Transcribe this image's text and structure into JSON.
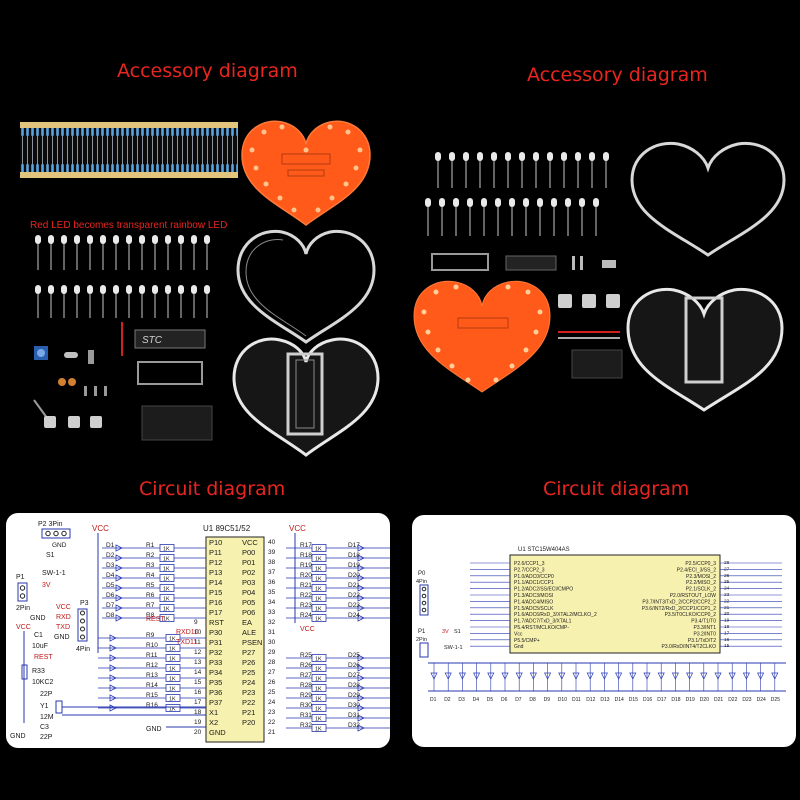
{
  "headings": {
    "accessory_left": "Accessory diagram",
    "accessory_right": "Accessory diagram",
    "circuit_left": "Circuit diagram",
    "circuit_right": "Circuit diagram"
  },
  "left_kit": {
    "note": "Red LED becomes transparent rainbow LED",
    "chip_label": "STC"
  },
  "left_schematic": {
    "chip_title": "U1  89C51/52",
    "power_vcc": "VCC",
    "ground": "GND",
    "p2_label": "P2  3Pin",
    "p1_label": "P1",
    "p1_sub": "2Pin",
    "p3_label": "P3",
    "p3_sub": "4Pin",
    "sw_label": "SW-1-1",
    "s1_label": "S1",
    "v3_label": "3V",
    "rxd": "RXD",
    "txd": "TXD",
    "rest": "REST",
    "c1": "C1",
    "c1_val": "10uF",
    "r33": "R33",
    "r33_val": "10KC2",
    "y1": "Y1",
    "y1_val": "12M",
    "c3": "C3",
    "cap_val": "22P",
    "pins_left": [
      "P10",
      "P11",
      "P12",
      "P13",
      "P14",
      "P15",
      "P16",
      "P17",
      "RST",
      "P30",
      "P31",
      "P32",
      "P33",
      "P34",
      "P35",
      "P36",
      "P37",
      "X1",
      "X2",
      "GND"
    ],
    "pins_right": [
      "VCC",
      "P00",
      "P01",
      "P02",
      "P03",
      "P04",
      "P05",
      "P06",
      "EA",
      "ALE",
      "PSEN",
      "P27",
      "P26",
      "P25",
      "P24",
      "P23",
      "P22",
      "P21",
      "P20"
    ],
    "nums_right": [
      "40",
      "39",
      "38",
      "37",
      "36",
      "35",
      "34",
      "33",
      "32",
      "31",
      "30",
      "29",
      "28",
      "27",
      "26",
      "25",
      "24",
      "23",
      "22",
      "21"
    ],
    "nums_left_tail": [
      "9",
      "10",
      "11",
      "12",
      "13",
      "14",
      "15",
      "16",
      "17",
      "18",
      "19",
      "20"
    ],
    "res_val": "1K",
    "d_left": [
      "D1",
      "D2",
      "D3",
      "D4",
      "D5",
      "D6",
      "D7",
      "D8"
    ],
    "r_left": [
      "R1",
      "R2",
      "R3",
      "R4",
      "R5",
      "R6",
      "R7",
      "R8"
    ],
    "d_right": [
      "D17",
      "D18",
      "D19",
      "D20",
      "D21",
      "D22",
      "D23",
      "D24"
    ],
    "r_right": [
      "R17",
      "R18",
      "R19",
      "R20",
      "R21",
      "R22",
      "R23",
      "R24"
    ],
    "d_right_low": [
      "D25",
      "D26",
      "D27",
      "D28",
      "D29",
      "D30",
      "D31",
      "D32"
    ],
    "r_right_low": [
      "R25",
      "R26",
      "R27",
      "R28",
      "R29",
      "R30",
      "R31",
      "R32"
    ],
    "r_left_low": [
      "R9",
      "R10",
      "R11",
      "R12",
      "R13",
      "R14",
      "R15",
      "R16"
    ],
    "rxd_pin": "RXD10",
    "txd_pin": "TXD11"
  },
  "right_schematic": {
    "chip_title": "U1    STC15W404AS",
    "p0_label": "P0",
    "p0_sub": "4Pin",
    "p1_label": "P1",
    "p1_sub": "2Pin",
    "sw_label": "SW-1-1",
    "s1_label": "S1",
    "v3_label": "3V",
    "left_pins": [
      "P2.6/CCP1_3",
      "P2.7/CCP2_3",
      "P1.0/ADC0/CCP0",
      "P1.1/ADC1/CCP1",
      "P1.2/ADC2/SS/ECI/CMPO",
      "P1.3/ADC3/MOSI",
      "P1.4/ADC4/MISO",
      "P1.5/ADC5/SCLK",
      "P1.6/ADC6/RxD_3/XTAL2/MCLKO_2",
      "P1.7/ADC7/TxD_3/XTAL1",
      "P5.4/RST/MCLKO/CMP-",
      "Vcc",
      "P5.5/CMP+",
      "Gnd"
    ],
    "right_pins": [
      "P2.5/CCP0_3",
      "P2.4/ECI_3/SS_2",
      "P2.3/MOSI_2",
      "P2.2/MISO_2",
      "P2.1/SCLK_2",
      "P2.0/RSTOUT_LOW",
      "P3.7/INT3/TxD_2/CCP2/CCP2_2",
      "P3.6/INT2/RxD_2/CCP1/CCP1_2",
      "P3.5/T0CLKO/CCP0_2",
      "P3.4/T1/T0",
      "P3.3/INT1",
      "P3.2/INT0",
      "P3.1/TxD/T2",
      "P3.0/RxD/INT4/T2CLKO"
    ],
    "right_nums": [
      "28",
      "27",
      "26",
      "25",
      "24",
      "23",
      "22",
      "21",
      "20",
      "19",
      "18",
      "17",
      "16",
      "15"
    ],
    "leds": [
      "D1",
      "D2",
      "D3",
      "D4",
      "D5",
      "D6",
      "D7",
      "D8",
      "D9",
      "D10",
      "D11",
      "D12",
      "D13",
      "D14",
      "D15",
      "D16",
      "D17",
      "D18",
      "D19",
      "D20",
      "D21",
      "D22",
      "D23",
      "D24",
      "D25"
    ]
  }
}
